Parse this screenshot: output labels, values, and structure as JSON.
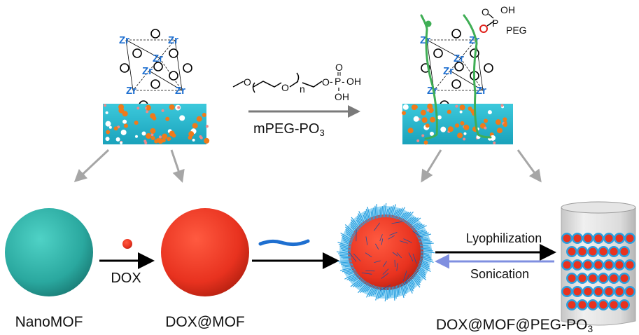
{
  "cluster": {
    "metal_label": "Zr",
    "oxygen_label": "O"
  },
  "reagent": {
    "structure": {
      "o1": "O",
      "o2": "O",
      "n": "n",
      "o3": "O",
      "p": "P",
      "oh1": "OH",
      "oh2": "OH",
      "o_top": "O"
    },
    "name": "mPEG-PO",
    "name_subscript": "3"
  },
  "linkage": {
    "o_top": "O",
    "oh": "OH",
    "p": "P",
    "peg": "PEG",
    "o_red": "O"
  },
  "steps": {
    "dox_label": "DOX",
    "forward_label": "Lyophilization",
    "reverse_label": "Sonication"
  },
  "products": {
    "nanomof": "NanoMOF",
    "doxmof": "DOX@MOF",
    "pegmof": "DOX@MOF@PEG-PO",
    "pegmof_subscript": "3"
  },
  "colors": {
    "mof": "#2fb5ad",
    "dox": "#e8321f",
    "peg": "#2aa0e0",
    "zr": "#1e6fd0",
    "arrow_gray": "#7a7a7a",
    "arrow_blue": "#7f8fe0",
    "polymer_green": "#3fae55"
  }
}
